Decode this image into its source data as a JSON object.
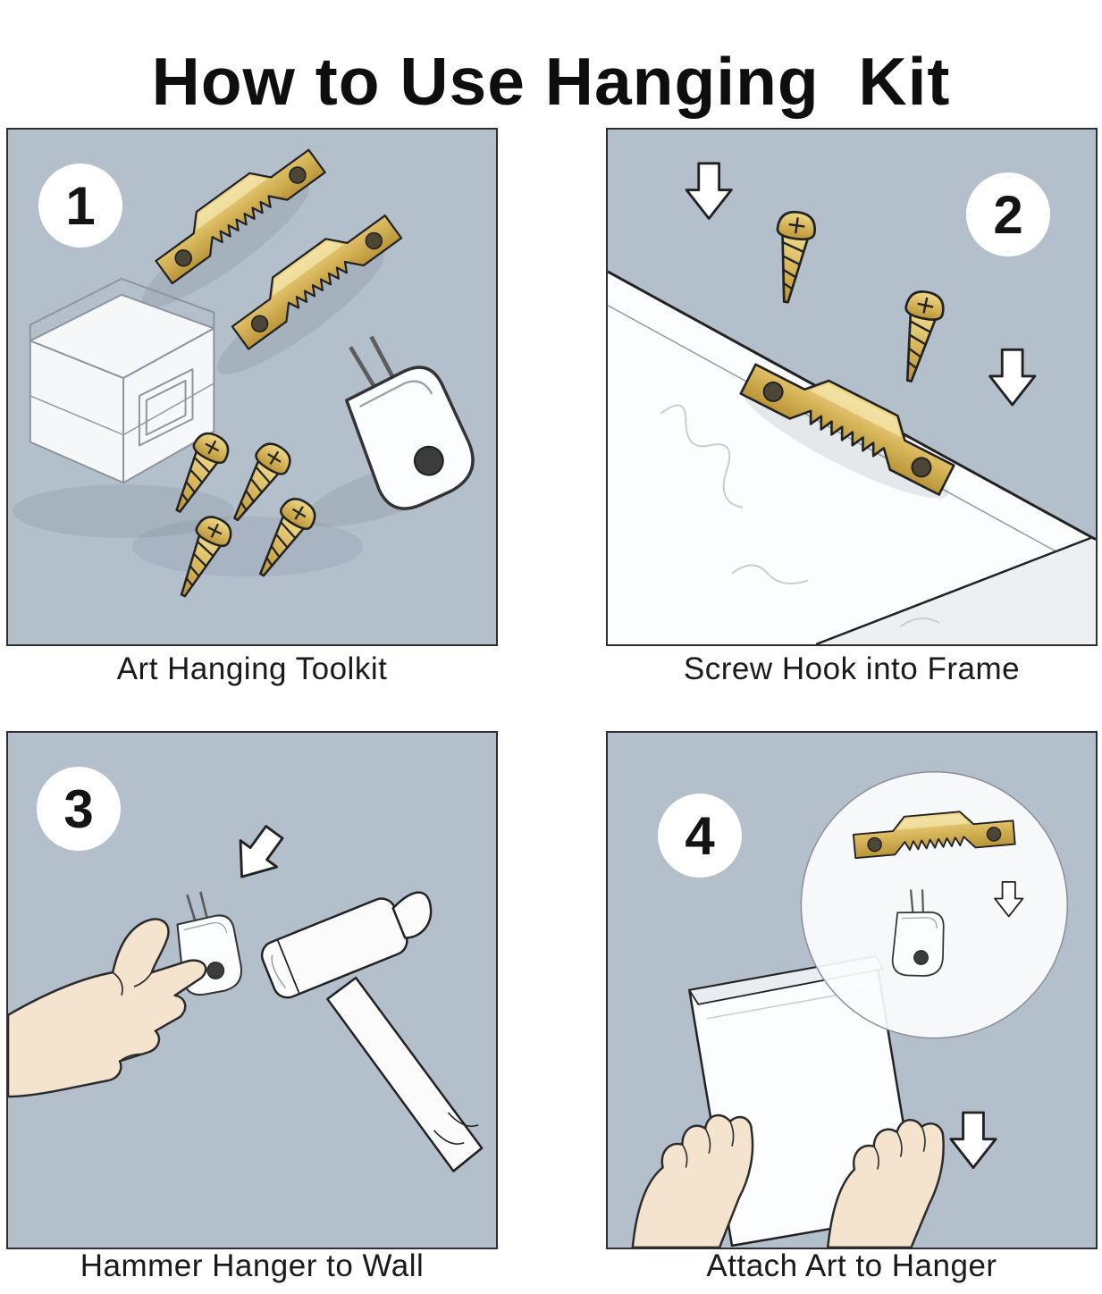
{
  "title": "How to Use Hanging  Kit",
  "colors": {
    "panel_bg": "#b3bfcb",
    "panel_border": "#2e2e2e",
    "gold": "#d8b75c",
    "gold_dark": "#bd9a3f",
    "skin": "#f4e3cd",
    "white_object": "#fcfdfe",
    "text": "#1a1a1a"
  },
  "panels": [
    {
      "number": "1",
      "caption": "Art Hanging Toolkit",
      "depicts": [
        "storage-box",
        "sawtooth-hanger",
        "sawtooth-hanger",
        "screws",
        "plastic-hook"
      ]
    },
    {
      "number": "2",
      "caption": "Screw Hook into Frame",
      "depicts": [
        "frame-board",
        "sawtooth-hanger",
        "screws",
        "down-arrows"
      ]
    },
    {
      "number": "3",
      "caption": "Hammer Hanger to Wall",
      "depicts": [
        "hand",
        "wall-hanger",
        "hammer",
        "down-arrow"
      ]
    },
    {
      "number": "4",
      "caption": "Attach Art to Hanger",
      "depicts": [
        "hands",
        "art-frame",
        "magnifier-circle",
        "sawtooth-hanger",
        "wall-hanger",
        "down-arrows"
      ]
    }
  ]
}
